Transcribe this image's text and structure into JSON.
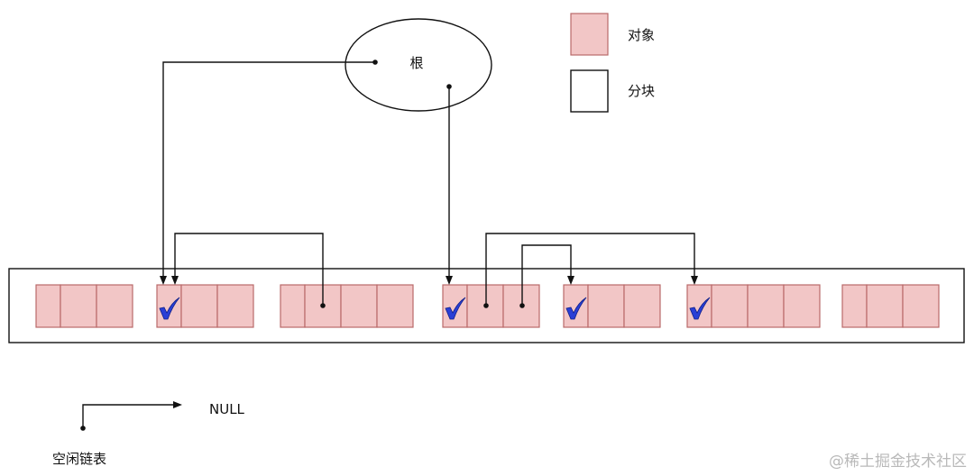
{
  "root": {
    "label": "根"
  },
  "legend": {
    "object_label": "对象",
    "chunk_label": "分块",
    "object_color": "#f2c6c6",
    "object_border_color": "#b96a6a"
  },
  "free_list": {
    "label": "空闲链表",
    "null_label": "NULL"
  },
  "heap": {
    "objects": [
      {
        "cells": 3,
        "marked": false
      },
      {
        "cells": 3,
        "marked": true
      },
      {
        "cells": 4,
        "marked": false
      },
      {
        "cells": 3,
        "marked": true
      },
      {
        "cells": 3,
        "marked": true
      },
      {
        "cells": 4,
        "marked": true
      },
      {
        "cells": 3,
        "marked": false
      }
    ]
  },
  "mark_icon": "checkmark-icon",
  "mark_color": "#2a3fd6",
  "watermark": "@稀土掘金技术社区"
}
